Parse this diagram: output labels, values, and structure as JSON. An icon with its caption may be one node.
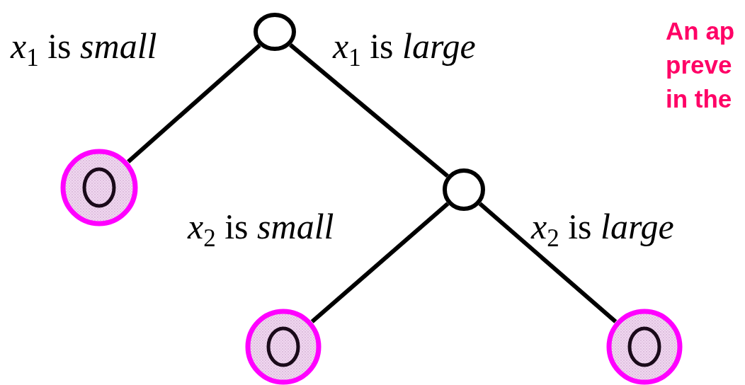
{
  "diagram": {
    "nodes": [
      {
        "text": [],
        "shape": "circle"
      },
      {
        "text": [],
        "shape": "circle"
      },
      {
        "text": [],
        "shape": "circle"
      },
      {
        "text": [],
        "shape": "circle"
      },
      {
        "text": [],
        "shape": "circle"
      }
    ],
    "edges": [
      {
        "from": 0,
        "to": 1,
        "arrow": "none",
        "label": "*x*$_{1}$ is *small*"
      },
      {
        "from": 0,
        "to": 2,
        "arrow": "none",
        "label": "*x*$_{1}$ is *large*"
      },
      {
        "from": 2,
        "to": 3,
        "arrow": "none",
        "label": "*x*$_{2}$ is *small*"
      },
      {
        "from": 2,
        "to": 4,
        "arrow": "none",
        "label": "*x*$_{2}$ is *large*"
      }
    ],
    "labels": [
      "An ap",
      "preve",
      "in the"
    ]
  }
}
